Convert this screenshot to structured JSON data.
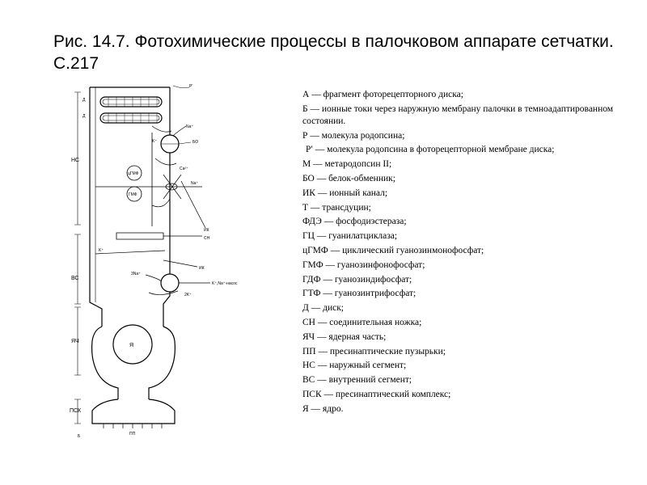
{
  "title": "Рис. 14.7. Фотохимические процессы в палочковом аппарате сетчатки. С.217",
  "legend": [
    {
      "abbr": "А",
      "desc": "фрагмент фоторецепторного диска;"
    },
    {
      "abbr": "Б",
      "desc": "ионные токи через наружную мембрану палочки в темноадаптированном состоянии."
    },
    {
      "abbr": "Р",
      "desc": "молекула родопсина;"
    },
    {
      "abbr": "Р′",
      "desc": "молекула родопсина в фоторецепторной мембране диска;"
    },
    {
      "abbr": "М",
      "desc": "метародопсин II;"
    },
    {
      "abbr": "БО",
      "desc": "белок-обменник;"
    },
    {
      "abbr": "ИК",
      "desc": "ионный канал;"
    },
    {
      "abbr": "Т",
      "desc": "трансдуцин;"
    },
    {
      "abbr": "ФДЭ",
      "desc": "фосфодиэстераза;"
    },
    {
      "abbr": "ГЦ",
      "desc": "гуанилатциклаза;"
    },
    {
      "abbr": "цГМФ",
      "desc": "циклический гуанозинмонофосфат;"
    },
    {
      "abbr": "ГМФ",
      "desc": "гуанозинфонофосфат;"
    },
    {
      "abbr": "ГДФ",
      "desc": "гуанозиндифосфат;"
    },
    {
      "abbr": "ГТФ",
      "desc": "гуанозинтрифосфат;"
    },
    {
      "abbr": "Д",
      "desc": "диск;"
    },
    {
      "abbr": "СН",
      "desc": "соединительная ножка;"
    },
    {
      "abbr": "ЯЧ",
      "desc": "ядерная часть;"
    },
    {
      "abbr": "ПП",
      "desc": "пресинаптические пузырьки;"
    },
    {
      "abbr": "НС",
      "desc": "наружный сегмент;"
    },
    {
      "abbr": "ВС",
      "desc": "внутренний сегмент;"
    },
    {
      "abbr": "ПСК",
      "desc": "пресинаптический комплекс;"
    },
    {
      "abbr": "Я",
      "desc": "ядро."
    }
  ],
  "legend_separator": " — ",
  "diagram_labels": {
    "disk_a": "Д",
    "disk_b": "Д",
    "p_prime": "Р′",
    "na_k": "Na⁺",
    "k_ion": "K⁺",
    "bo": "БО",
    "ca_ion": "Ca²⁺",
    "cgmp": "цГМФ",
    "gmp": "ГМФ",
    "na_ion": "Na⁺",
    "ns": "НС",
    "ik_1": "ИК",
    "sn": "СН",
    "k_ion_2": "K⁺",
    "ik_2": "ИК",
    "na3": "3Na⁺",
    "pump": "K⁺,Na⁺-насос",
    "k2": "2K⁺",
    "vs": "ВС",
    "ya_ch": "ЯЧ",
    "ya": "Я",
    "psk": "ПСК",
    "pp": "ПП",
    "b": "Б"
  }
}
